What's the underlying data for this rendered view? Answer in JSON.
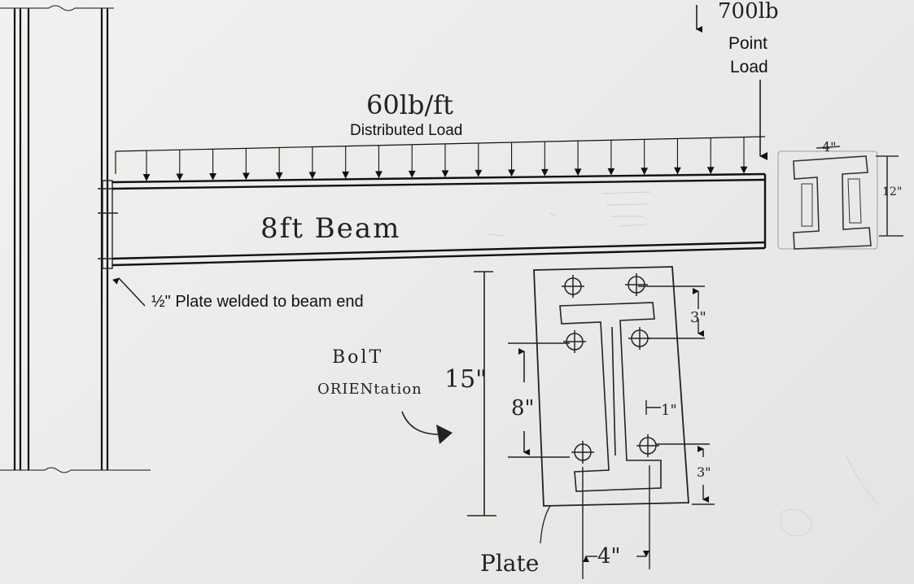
{
  "point_load": {
    "value": "700lb",
    "label_line1": "Point",
    "label_line2": "Load"
  },
  "distributed_load": {
    "value": "60lb/ft",
    "label": "Distributed Load"
  },
  "beam": {
    "label": "8ft Beam"
  },
  "plate_note": "½\" Plate welded to beam end",
  "section": {
    "flange_width": "4\"",
    "depth": "12\""
  },
  "bolt_orientation": {
    "line1": "BolT",
    "line2": "ORIENtation"
  },
  "plate_detail": {
    "height": "15\"",
    "gauge_vertical": "8\"",
    "edge_top": "3\"",
    "edge_bottom": "3\"",
    "flange_dim": "1\"",
    "gauge_horizontal": "4\"",
    "plate_label": "Plate"
  },
  "colors": {
    "ink": "#111111",
    "pencil": "#2a2a2a",
    "paper": "#efefed"
  }
}
